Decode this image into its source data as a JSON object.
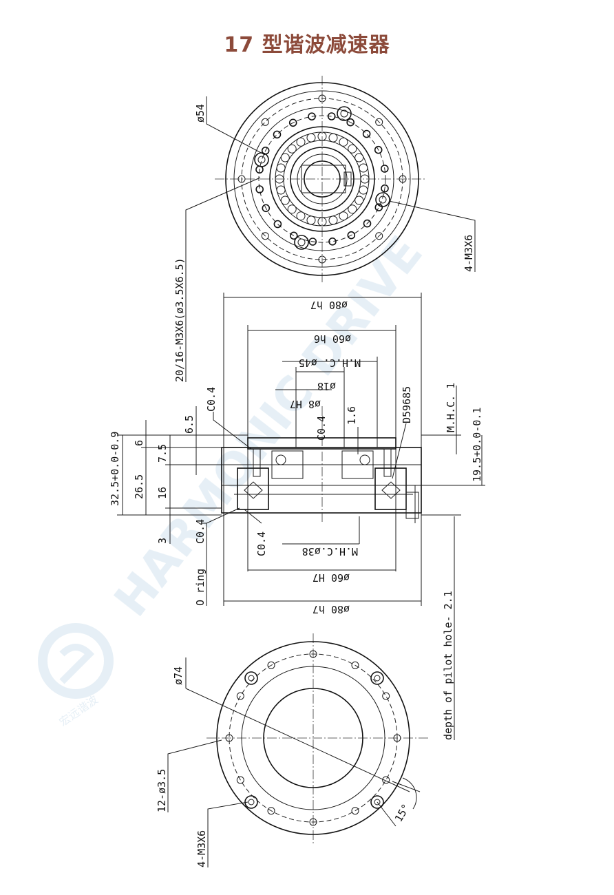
{
  "title": "17 型谐波减速器",
  "watermark": {
    "text": "HARMONIC DRIVE",
    "logo_text": "宏远谐波",
    "color": "#e4eef5"
  },
  "colors": {
    "title": "#8c4a3a",
    "line": "#1a1a1a"
  },
  "top_view": {
    "dia_label": "ø54",
    "left_label": "20/16-M3X6(ø3.5X6.5)",
    "right_label": "4-M3X6"
  },
  "section_view": {
    "top_dims": [
      "ø80 h7",
      "ø60 h6",
      "M.H.C. ø45",
      "ø18",
      "ø8 H7"
    ],
    "bottom_dims": [
      "M.H.C.ø38",
      "ø60 H7",
      "ø80 h7"
    ],
    "left_dims": [
      "32.5+0.0-0.9",
      "26.5",
      "16",
      "7.5",
      "6",
      "6.5",
      "3"
    ],
    "chamfers": [
      "C0.4",
      "C0.4",
      "C0.4",
      "C0.4"
    ],
    "inner_labels": [
      "1.6",
      "D59685",
      "M.H.C. 1"
    ],
    "right_dims": [
      "19.5+0.0-0.1"
    ],
    "o_ring": "O ring",
    "pilot_note": "depth of pilot hole- 2.1"
  },
  "bottom_view": {
    "dia_label": "ø74",
    "left_label_1": "12-ø3.5",
    "left_label_2": "4-M3X6",
    "angle_label": "15°"
  }
}
